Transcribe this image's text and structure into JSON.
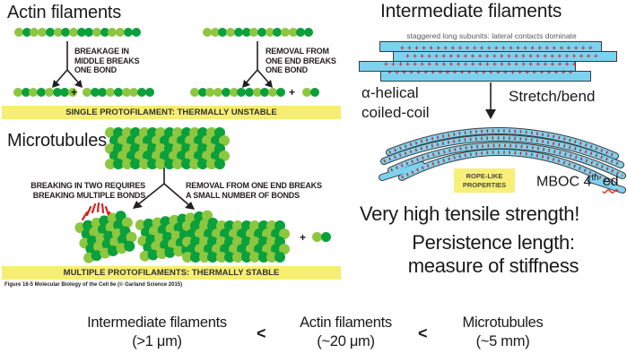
{
  "left": {
    "actin": {
      "title": "Actin filaments",
      "label_breakage": "BREAKAGE IN\nMIDDLE BREAKS\nONE BOND",
      "label_removal": "REMOVAL FROM\nONE END BREAKS\nONE BOND",
      "banner": "SINGLE PROTOFILAMENT: THERMALLY UNSTABLE",
      "plus": "+"
    },
    "microtubules": {
      "title": "Microtubules",
      "label_breaking": "BREAKING IN TWO REQUIRES\nBREAKING MULTIPLE BONDS",
      "label_removal": "REMOVAL FROM ONE END BREAKS\nA SMALL NUMBER OF BONDS",
      "banner": "MULTIPLE PROTOFILAMENTS: THERMALLY STABLE",
      "plus": "+"
    },
    "caption": "Figure 16-5 Molecular Biology of the Cell 6e (© Garland Science 2015)"
  },
  "right": {
    "title": "Intermediate filaments",
    "subtitle": "staggered long subunits: lateral contacts dominate",
    "alpha_label": "α-helical\ncoiled-coil",
    "stretch_label": "Stretch/bend",
    "badge": "ROPE-LIKE\nPROPERTIES",
    "mboc": {
      "prefix": "MBOC 4",
      "sup": "th",
      "suffix": "ed"
    },
    "tensile": "Very high tensile strength!",
    "persistence": "Persistence length:\nmeasure of stiffness"
  },
  "comparison": {
    "items": [
      {
        "name": "Intermediate filaments",
        "value": "(>1 μm)"
      },
      {
        "name": "Actin filaments",
        "value": "(~20 μm)"
      },
      {
        "name": "Microtubules",
        "value": "(~5 mm)"
      }
    ],
    "less_than": "<"
  },
  "colors": {
    "bead_light": "#8DC63F",
    "bead_dark": "#0AA03C",
    "banner_yellow": "#F6EE72",
    "filament_blue": "#7DD2EF",
    "contact_red": "#C2302A",
    "badge_yellow": "#F8EF78",
    "stress_red": "#D8231F"
  },
  "diagrams": {
    "plus_symbol": "+",
    "bead_sets": {
      "actin_top_left": {
        "pattern": "LDLLDLDLDDLDLLDD",
        "size": 10
      },
      "actin_top_right": {
        "pattern": "LLDLDDLDLDLLDD",
        "size": 10
      },
      "actin_frag_l1": {
        "pattern": "LDLDLDDL",
        "size": 10
      },
      "actin_frag_l2": {
        "pattern": "LDDLDLLDD",
        "size": 10
      },
      "actin_frag_r1": {
        "pattern": "LDLLDLDDLDLD",
        "size": 10
      },
      "actin_frag_r2": {
        "pattern": "LD",
        "size": 10
      },
      "mt_main": {
        "rows": 5,
        "cols": 14,
        "size": 12
      },
      "mt_piece_left": {
        "rows": 5,
        "cols": 6,
        "size": 12
      },
      "mt_piece_right": {
        "rows": 5,
        "cols": 9,
        "size": 12
      },
      "mt_result": {
        "rows": 5,
        "cols": 12,
        "size": 12
      },
      "mt_frag": {
        "pattern": "LD",
        "size": 11
      }
    },
    "plus_rows": {
      "r1": {
        "count": 27
      },
      "r2": {
        "count": 27
      },
      "r3": {
        "count": 27
      },
      "r4": {
        "count": 26
      }
    }
  }
}
